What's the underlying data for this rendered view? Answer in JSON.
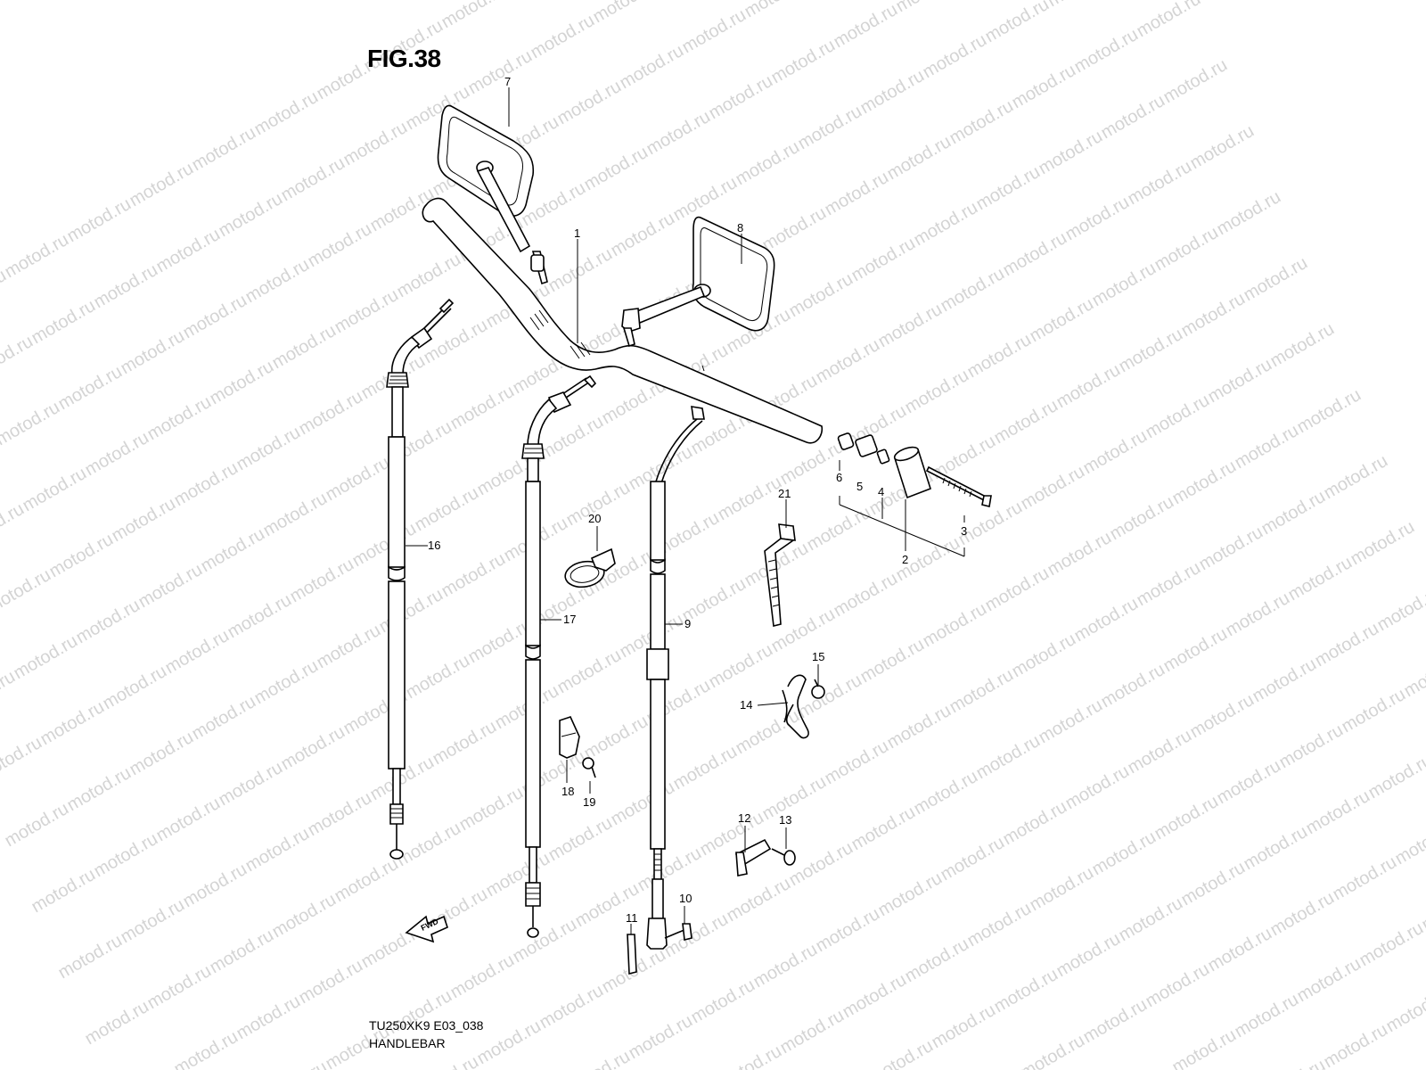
{
  "figure": {
    "title": "FIG.38",
    "model_code": "TU250XK9 E03_038",
    "section_name": "HANDLEBAR"
  },
  "watermark": {
    "text": "motod.ru",
    "color": "#d4d4d4"
  },
  "fwd_arrow": {
    "label": "FWD"
  },
  "callouts": [
    {
      "id": "callout-1",
      "label": "1"
    },
    {
      "id": "callout-2",
      "label": "2"
    },
    {
      "id": "callout-3",
      "label": "3"
    },
    {
      "id": "callout-4",
      "label": "4"
    },
    {
      "id": "callout-5",
      "label": "5"
    },
    {
      "id": "callout-6",
      "label": "6"
    },
    {
      "id": "callout-7",
      "label": "7"
    },
    {
      "id": "callout-8",
      "label": "8"
    },
    {
      "id": "callout-9",
      "label": "9"
    },
    {
      "id": "callout-10",
      "label": "10"
    },
    {
      "id": "callout-11",
      "label": "11"
    },
    {
      "id": "callout-12",
      "label": "12"
    },
    {
      "id": "callout-13",
      "label": "13"
    },
    {
      "id": "callout-14",
      "label": "14"
    },
    {
      "id": "callout-15",
      "label": "15"
    },
    {
      "id": "callout-16",
      "label": "16"
    },
    {
      "id": "callout-17",
      "label": "17"
    },
    {
      "id": "callout-18",
      "label": "18"
    },
    {
      "id": "callout-19",
      "label": "19"
    },
    {
      "id": "callout-20",
      "label": "20"
    },
    {
      "id": "callout-21",
      "label": "21"
    }
  ]
}
